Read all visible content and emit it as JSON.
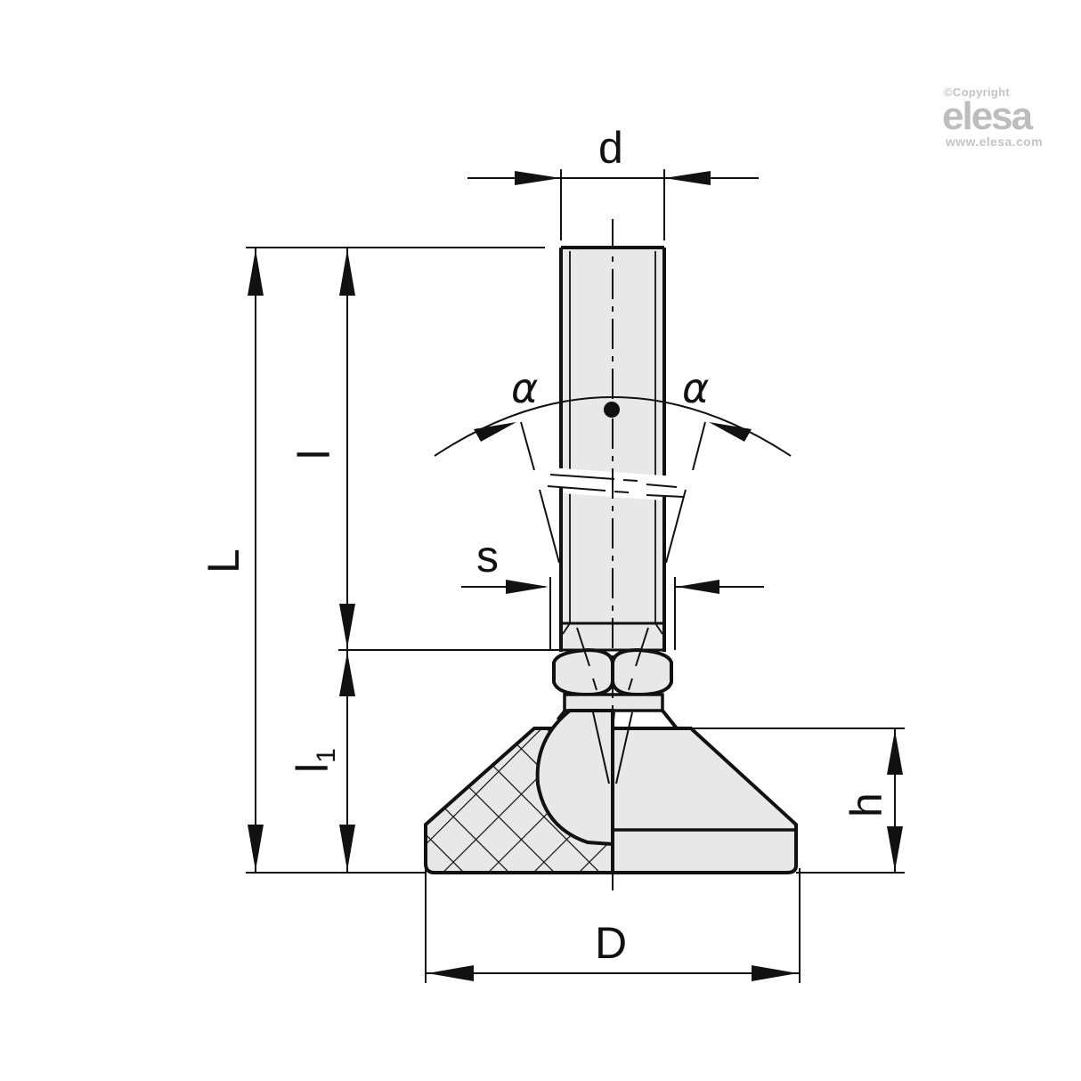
{
  "watermark": {
    "copyright": "©Copyright",
    "brand": "elesa",
    "url": "www.elesa.com",
    "color": "#bdbdbd"
  },
  "drawing": {
    "type": "technical-drawing",
    "subject": "Levelling element with threaded stud, hex nuts and swivelling base",
    "fill_color": "#e8e8e8",
    "line_color": "#111111",
    "dimensions": {
      "d": "d",
      "L": "L",
      "l": "l",
      "l1": "l1",
      "l1_main": "l",
      "l1_sub": "1",
      "h": "h",
      "D": "D",
      "s": "s",
      "alpha_left": "α",
      "alpha_right": "α"
    }
  }
}
